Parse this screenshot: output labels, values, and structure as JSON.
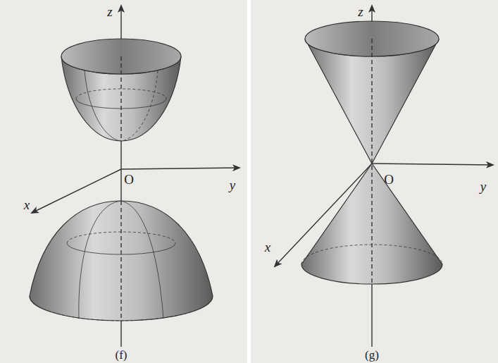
{
  "diagram": {
    "labels": [
      "z",
      "O",
      "y",
      "x",
      "(f)",
      "z",
      "O",
      "y",
      "x",
      "(g)"
    ]
  }
}
